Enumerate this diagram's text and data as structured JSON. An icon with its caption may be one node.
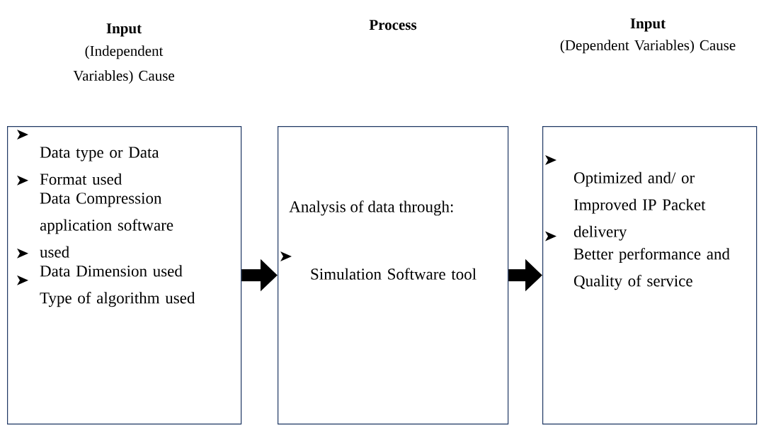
{
  "diagram": {
    "nodes": [
      {
        "text": [
          "Data type or Data Format used",
          "Data Compression application software used",
          "Data Dimension used",
          "Type of algorithm used"
        ]
      },
      {
        "text": [
          "Analysis of data through:",
          "Simulation Software tool"
        ]
      },
      {
        "text": [
          "Optimized and/ or Improved IP Packet delivery",
          "Better performance and Quality of service"
        ]
      }
    ],
    "edges": [
      {
        "from": 0,
        "to": 1,
        "arrow": "to"
      },
      {
        "from": 1,
        "to": 2,
        "arrow": "to"
      }
    ],
    "labels": [
      "Input",
      "(Independent Variables) Cause",
      "Process",
      "Input",
      "(Dependent Variables) Cause"
    ]
  }
}
